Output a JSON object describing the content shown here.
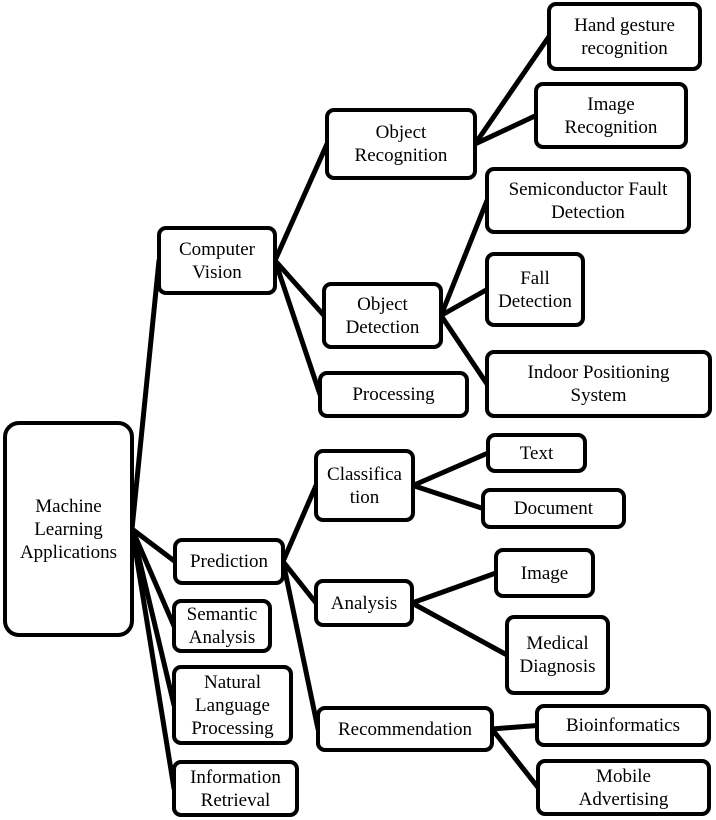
{
  "nodes": {
    "root": "Machine\nLearning\nApplications",
    "computer_vision": "Computer\nVision",
    "object_recognition": "Object\nRecognition",
    "hand_gesture": "Hand gesture\nrecognition",
    "image_recognition": "Image\nRecognition",
    "object_detection": "Object\nDetection",
    "semiconductor": "Semiconductor Fault\nDetection",
    "fall_detection": "Fall\nDetection",
    "indoor_positioning": "Indoor Positioning\nSystem",
    "processing": "Processing",
    "prediction": "Prediction",
    "classification": "Classifica\ntion",
    "text": "Text",
    "document": "Document",
    "analysis": "Analysis",
    "image": "Image",
    "medical_diagnosis": "Medical\nDiagnosis",
    "recommendation": "Recommendation",
    "bioinformatics": "Bioinformatics",
    "mobile_advertising": "Mobile\nAdvertising",
    "semantic_analysis": "Semantic\nAnalysis",
    "nlp": "Natural\nLanguage\nProcessing",
    "information_retrieval": "Information\nRetrieval"
  },
  "edges": [
    [
      "root",
      "computer_vision"
    ],
    [
      "root",
      "prediction"
    ],
    [
      "root",
      "semantic_analysis"
    ],
    [
      "root",
      "nlp"
    ],
    [
      "root",
      "information_retrieval"
    ],
    [
      "computer_vision",
      "object_recognition"
    ],
    [
      "computer_vision",
      "object_detection"
    ],
    [
      "computer_vision",
      "processing"
    ],
    [
      "object_recognition",
      "hand_gesture"
    ],
    [
      "object_recognition",
      "image_recognition"
    ],
    [
      "object_detection",
      "semiconductor"
    ],
    [
      "object_detection",
      "fall_detection"
    ],
    [
      "object_detection",
      "indoor_positioning"
    ],
    [
      "prediction",
      "classification"
    ],
    [
      "prediction",
      "analysis"
    ],
    [
      "prediction",
      "recommendation"
    ],
    [
      "classification",
      "text"
    ],
    [
      "classification",
      "document"
    ],
    [
      "analysis",
      "image"
    ],
    [
      "analysis",
      "medical_diagnosis"
    ],
    [
      "recommendation",
      "bioinformatics"
    ],
    [
      "recommendation",
      "mobile_advertising"
    ]
  ]
}
